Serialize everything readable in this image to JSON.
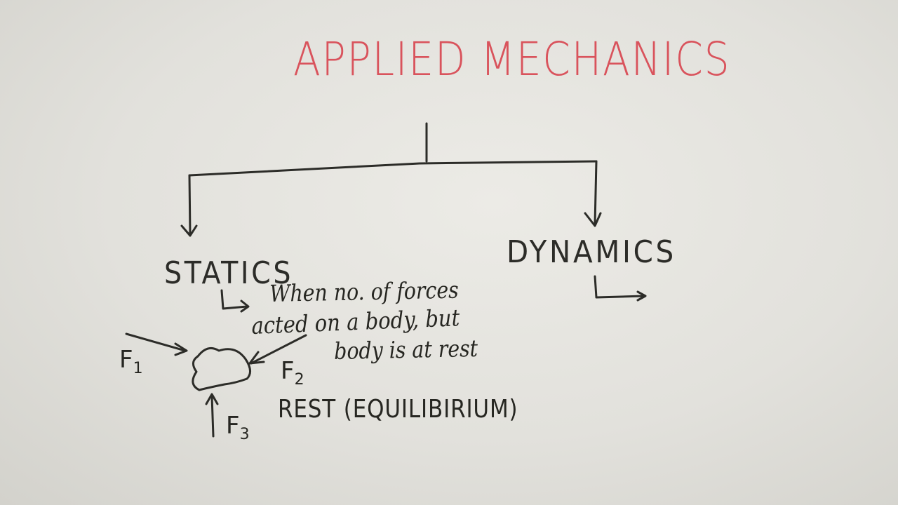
{
  "title": "APPLIED MECHANICS",
  "branches": {
    "statics": "STATICS",
    "dynamics": "DYNAMICS"
  },
  "statics_note": {
    "line1": "When no. of forces",
    "line2": "acted on a body, but",
    "line3": "body is at rest"
  },
  "forces": {
    "f1": {
      "base": "F",
      "sub": "1"
    },
    "f2": {
      "base": "F",
      "sub": "2"
    },
    "f3": {
      "base": "F",
      "sub": "3"
    }
  },
  "rest_label": "REST (EQUILIBIRIUM)",
  "colors": {
    "title": "#d9535c",
    "ink": "#2c2c28",
    "board": "#e6e5e0"
  }
}
